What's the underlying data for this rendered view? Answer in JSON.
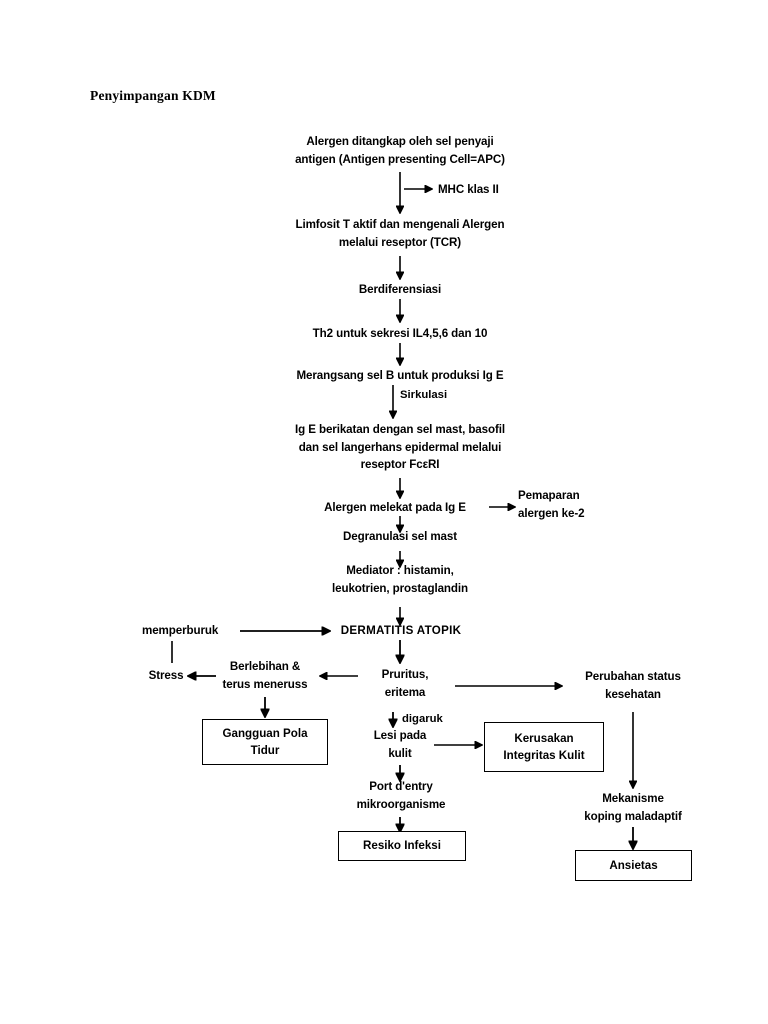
{
  "document": {
    "title": "Penyimpangan KDM"
  },
  "nodes": {
    "allergen_capture": "Alergen ditangkap oleh sel penyaji\nantigen (Antigen presenting Cell=APC)",
    "mhc": "MHC klas II",
    "lymphocyte": "Limfosit T aktif dan mengenali Alergen\nmelalui reseptor (TCR)",
    "differentiate": "Berdiferensiasi",
    "th2": "Th2 untuk sekresi IL4,5,6 dan 10",
    "stimulate_b": "Merangsang sel B untuk produksi Ig E",
    "sirkulasi_label": "Sirkulasi",
    "ige_bind": "Ig E berikatan dengan sel mast, basofil\ndan sel langerhans epidermal melalui\nreseptor FcεRI",
    "allergen_attach": "Alergen melekat pada Ig E",
    "second_exposure": "Pemaparan\nalergen ke-2",
    "degranulation": "Degranulasi sel mast",
    "mediator": "Mediator : histamin,\nleukotrien, prostaglandin",
    "dermatitis": "DERMATITIS ATOPIK",
    "memperburuk": "memperburuk",
    "stress": "Stress",
    "berlebihan": "Berlebihan &\nterus meneruss",
    "pruritus": "Pruritus,\neritema",
    "digaruk_label": "digaruk",
    "lesi": "Lesi pada\nkulit",
    "port_entry": "Port d'entry\nmikroorganisme",
    "perubahan_status": "Perubahan status\nkesehatan",
    "mekanisme_koping": "Mekanisme\nkoping maladaptif"
  },
  "boxes": {
    "gangguan_tidur": "Gangguan Pola\nTidur",
    "kerusakan_kulit": "Kerusakan\nIntegritas Kulit",
    "resiko_infeksi": "Resiko Infeksi",
    "ansietas": "Ansietas"
  },
  "style": {
    "ink": "#000000",
    "paper": "#ffffff"
  }
}
